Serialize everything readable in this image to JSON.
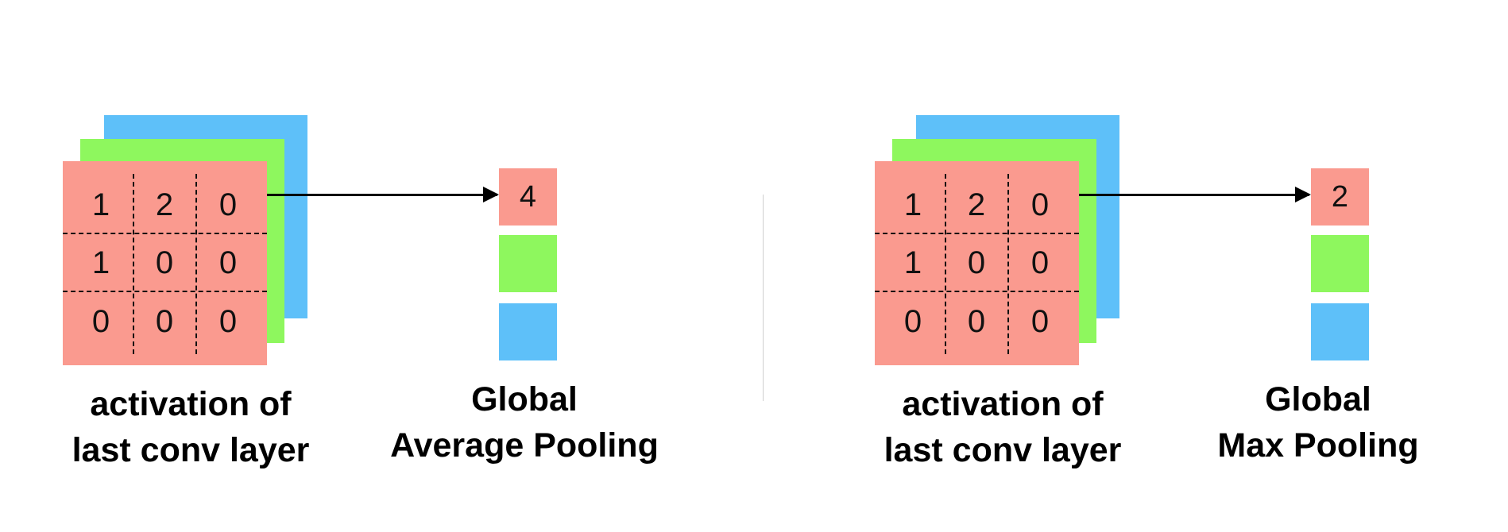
{
  "colors": {
    "red": "#fa9a8f",
    "green": "#8ef75e",
    "blue": "#5ec0f9"
  },
  "panels": [
    {
      "activation_label_line1": "activation of",
      "activation_label_line2": "last conv layer",
      "matrix": [
        [
          "1",
          "2",
          "0"
        ],
        [
          "1",
          "0",
          "0"
        ],
        [
          "0",
          "0",
          "0"
        ]
      ],
      "pooled_value": "4",
      "pool_label_line1": "Global",
      "pool_label_line2": "Average Pooling"
    },
    {
      "activation_label_line1": "activation of",
      "activation_label_line2": "last conv layer",
      "matrix": [
        [
          "1",
          "2",
          "0"
        ],
        [
          "1",
          "0",
          "0"
        ],
        [
          "0",
          "0",
          "0"
        ]
      ],
      "pooled_value": "2",
      "pool_label_line1": "Global",
      "pool_label_line2": "Max Pooling"
    }
  ]
}
